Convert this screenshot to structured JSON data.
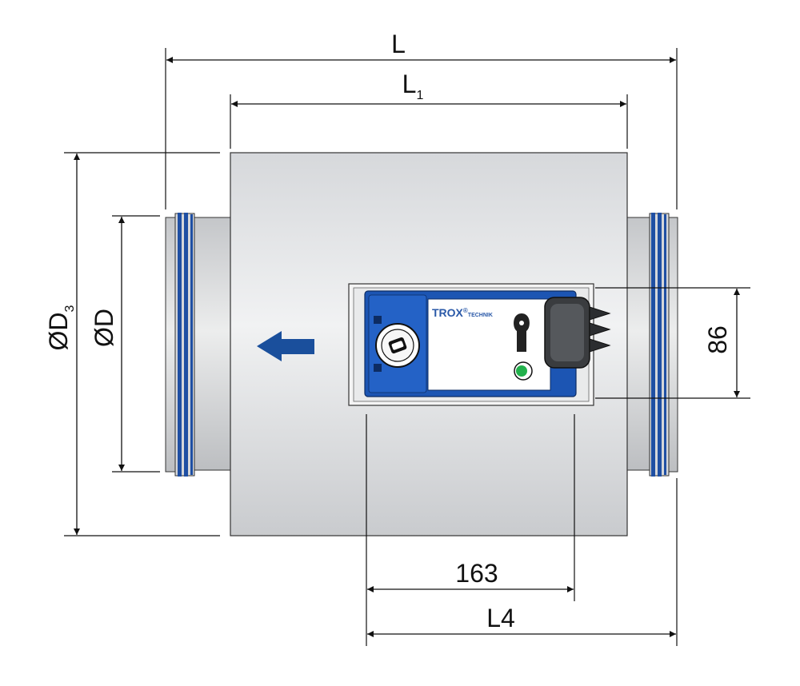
{
  "dimensions": {
    "overall_length": {
      "letter": "L",
      "subscript": ""
    },
    "casing_length": {
      "letter": "L",
      "subscript": "1"
    },
    "casing_diameter": {
      "prefix": "Ø",
      "letter": "D",
      "subscript": "3"
    },
    "spigot_diameter": {
      "prefix": "Ø",
      "letter": "D",
      "subscript": ""
    },
    "actuator_height": {
      "value": "86"
    },
    "actuator_offset": {
      "value": "163"
    },
    "actuator_length": {
      "label": "L4"
    }
  },
  "actuator": {
    "brand": "TROX",
    "brand_mark": "®",
    "brand_suffix": "TECHNIK"
  },
  "colors": {
    "gasket_blue": "#1f4fa3",
    "arrow_blue": "#1a4f9c",
    "casing_grey": "#e6e7e9",
    "actuator_blue": "#1c55b3",
    "indicator_green": "#22b14c",
    "line": "#111111"
  },
  "icons": {
    "airflow": "arrow-left-icon",
    "dial": "adjustment-dial-icon",
    "connector": "plug-connector-icon",
    "led": "status-led-icon"
  }
}
